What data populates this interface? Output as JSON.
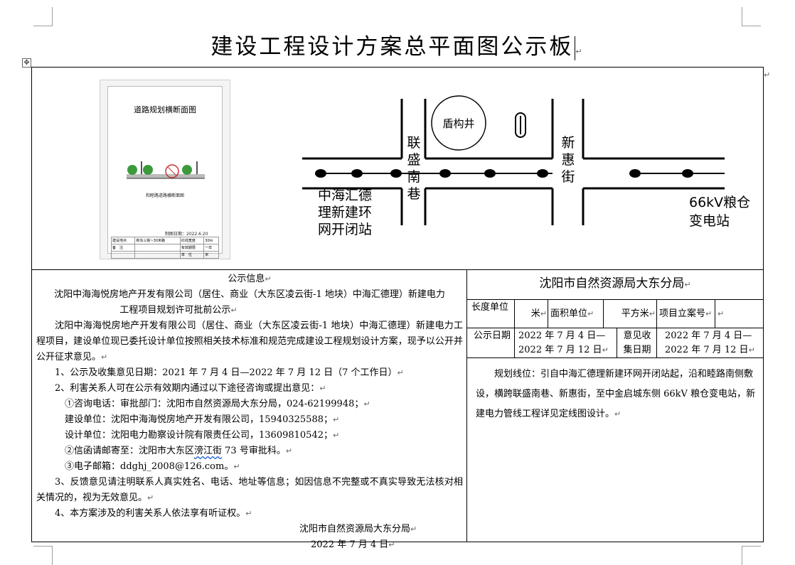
{
  "title": "建设工程设计方案总平面图公示板",
  "image_panel": {
    "title": "道路规划横断面图",
    "caption": "和睦路道路横断面图",
    "date": "制图日期：2022.6.20",
    "rows": [
      [
        "建设地点",
        "新东三街~30米路",
        "红线宽度",
        "30m"
      ],
      [
        "备　注",
        "",
        "有效期限",
        "一年"
      ],
      [
        "",
        "",
        "单　位",
        "米"
      ]
    ]
  },
  "map": {
    "shaft_label": "盾构井",
    "street1": "联盛南巷",
    "street2": "新惠街",
    "start_station": [
      "中海汇德",
      "理新建环",
      "网开闭站"
    ],
    "end_station": [
      "66kV粮仓",
      "变电站"
    ]
  },
  "notice": {
    "heading": "公示信息",
    "title_line1": "沈阳中海海悦房地产开发有限公司（居住、商业（大东区凌云街-1 地块）中海汇德理）新建电力",
    "title_line2": "工程项目规划许可批前公示",
    "para1": "沈阳中海海悦房地产开发有限公司（居住、商业（大东区凌云街-1 地块）中海汇德理）新建电力工程项目，建设单位现已委托设计单位按照相关技术标准和规范完成建设工程规划设计方案，现予以公开并公开征求意见。",
    "item1": "1、公示及收集意见日期：2021 年 7 月 4 日—2022 年 7 月 12 日（7 个工作日）",
    "item2": "2、利害关系人可在公示有效期内通过以下途径咨询或提出意见：",
    "consult": "①咨询电话：审批部门：沈阳市自然资源局大东分局，024-62199948；",
    "builder": "建设单位：沈阳中海海悦房地产开发有限公司，15940325588；",
    "designer": "设计单位：沈阳电力勘察设计院有限责任公司，13609810542；",
    "mail_pre": "②信函请邮寄至：沈阳市大东区",
    "mail_street": "滂江街",
    "mail_post": " 73 号审批科。",
    "email": "③电子邮箱：ddghj_2008@126.com。",
    "item3": "3、反馈意见请注明联系人真实姓名、电话、地址等信息；如因信息不完整或不真实导致无法核对相关情况的，视为无效意见。",
    "item4": "4、本方案涉及的利害关系人依法享有听证权。",
    "sign": "沈阳市自然资源局大东分局",
    "date": "2022 年 7 月 4 日"
  },
  "info_table": {
    "org": "沈阳市自然资源局大东分局",
    "length_unit_label": "长度单位",
    "length_unit": "米",
    "area_unit_label": "面积单位",
    "area_unit": "平方米",
    "project_no_label": "项目立案号",
    "project_no": "",
    "publicity_date_label": "公示日期",
    "publicity_date_1": "2022 年 7 月 4 日—",
    "publicity_date_2": "2022 年 7 月 12 日",
    "feedback_date_label": "意见收集日期",
    "feedback_date_1": "2022 年 7 月 4 日—",
    "feedback_date_2": "2022 年 7 月 12 日"
  },
  "description": "规划线位：引自中海汇德理新建环网开闭站起，沿和睦路南侧敷设，横跨联盛南巷、新惠街，至中金启城东侧 66kV 粮仓变电站，新建电力管线工程详见定线图设计。"
}
